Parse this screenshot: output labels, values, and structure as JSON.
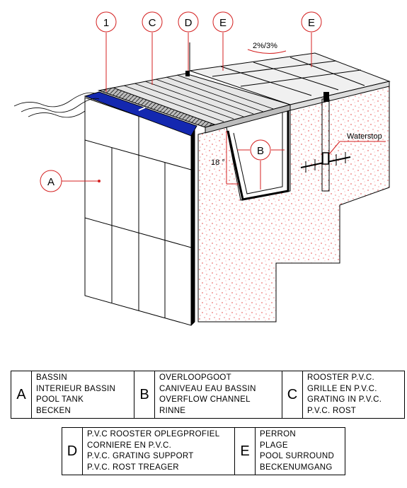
{
  "callouts": {
    "c1": "1",
    "cC": "C",
    "cD": "D",
    "cE1": "E",
    "cE2": "E",
    "cA": "A",
    "cB": "B"
  },
  "annotations": {
    "slope": "2%/3%",
    "angle": "18 °",
    "waterstop": "Waterstop"
  },
  "colors": {
    "callout": "#d42020",
    "hatch": "#e03030",
    "band": "#1428b0",
    "line": "#000000"
  },
  "legend": {
    "A": {
      "key": "A",
      "lines": [
        "BASSIN",
        "INTERIEUR BASSIN",
        "POOL TANK",
        "BECKEN"
      ]
    },
    "B": {
      "key": "B",
      "lines": [
        "OVERLOOPGOOT",
        "CANIVEAU EAU BASSIN",
        "OVERFLOW CHANNEL",
        "RINNE"
      ]
    },
    "C": {
      "key": "C",
      "lines": [
        "ROOSTER  P.V.C.",
        "GRILLE EN P.V.C.",
        "GRATING IN P.V.C.",
        "P.V.C. ROST"
      ]
    },
    "D": {
      "key": "D",
      "lines": [
        "P.V.C ROOSTER OPLEGPROFIEL",
        "CORNIERE EN P.V.C.",
        "P.V.C. GRATING SUPPORT",
        "P.V.C. ROST TREAGER"
      ]
    },
    "E": {
      "key": "E",
      "lines": [
        "PERRON",
        "PLAGE",
        "POOL SURROUND",
        "BECKENUMGANG"
      ]
    }
  }
}
